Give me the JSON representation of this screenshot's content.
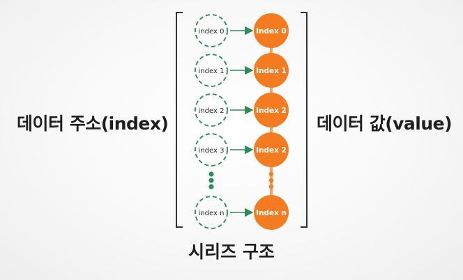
{
  "labels": {
    "left": "데이터 주소(index)",
    "right": "데이터 값(value)",
    "caption": "시리즈 구조"
  },
  "rows": [
    {
      "index": "index 0",
      "value": "Index 0"
    },
    {
      "index": "index 1",
      "value": "Index 1"
    },
    {
      "index": "index 2",
      "value": "Index 2"
    },
    {
      "index": "index 3",
      "value": "Index 2"
    },
    {
      "index": "index n",
      "value": "Index n"
    }
  ],
  "colors": {
    "index_circle": "#3a8f62",
    "arrow": "#2e8b57",
    "value_circle": "#f47b20",
    "bracket": "#333333",
    "dots_left": "#2f8a5c",
    "dots_right": "#f47b20"
  }
}
